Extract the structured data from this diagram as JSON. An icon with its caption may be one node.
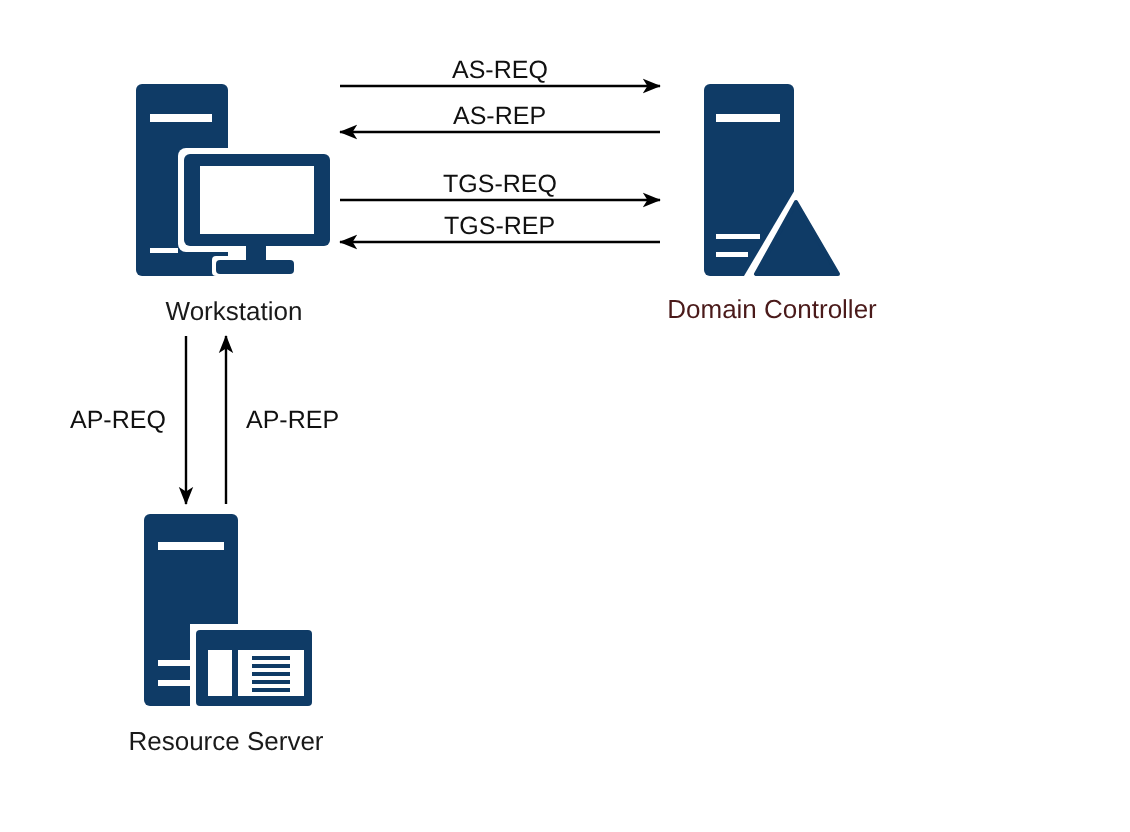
{
  "diagram": {
    "nodes": [
      {
        "text": [
          "Workstation"
        ]
      },
      {
        "text": [
          "Domain Controller"
        ]
      },
      {
        "text": [
          "Resource Server"
        ]
      }
    ],
    "edges": [
      {
        "from": 0,
        "to": 1,
        "arrow": "to",
        "label": "AS-REQ"
      },
      {
        "from": 1,
        "to": 0,
        "arrow": "to",
        "label": "AS-REP"
      },
      {
        "from": 0,
        "to": 1,
        "arrow": "to",
        "label": "TGS-REQ"
      },
      {
        "from": 1,
        "to": 0,
        "arrow": "to",
        "label": "TGS-REP"
      },
      {
        "from": 0,
        "to": 2,
        "arrow": "to",
        "label": "AP-REQ"
      },
      {
        "from": 2,
        "to": 0,
        "arrow": "to",
        "label": "AP-REP"
      }
    ]
  }
}
